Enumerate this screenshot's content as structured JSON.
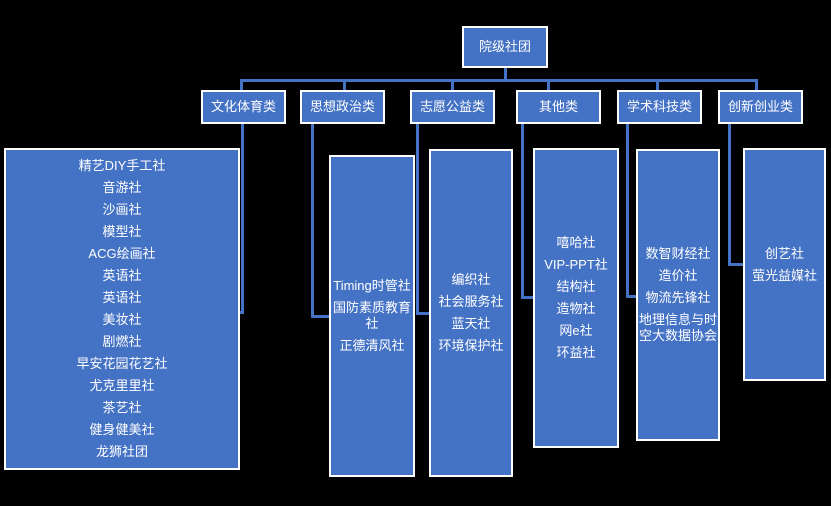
{
  "root": {
    "label": "院级社团"
  },
  "categories": [
    {
      "label": "文化体育类",
      "clubs": [
        "精艺DIY手工社",
        "音游社",
        "沙画社",
        "模型社",
        "ACG绘画社",
        "英语社",
        "英语社",
        "美妆社",
        "剧燃社",
        "早安花园花艺社",
        "尤克里里社",
        "茶艺社",
        "健身健美社",
        "龙狮社团"
      ]
    },
    {
      "label": "思想政治类",
      "clubs": [
        "Timing时管社",
        "国防素质教育社",
        "正德清风社"
      ]
    },
    {
      "label": "志愿公益类",
      "clubs": [
        "编织社",
        "社会服务社",
        "蓝天社",
        "环境保护社"
      ]
    },
    {
      "label": "其他类",
      "clubs": [
        "嘻哈社",
        "VIP-PPT社",
        "结构社",
        "造物社",
        "网e社",
        "环益社"
      ]
    },
    {
      "label": "学术科技类",
      "clubs": [
        "数智财经社",
        "造价社",
        "物流先锋社",
        "地理信息与时空大数据协会"
      ]
    },
    {
      "label": "创新创业类",
      "clubs": [
        "创艺社",
        "萤光益媒社"
      ]
    }
  ],
  "colors": {
    "background": "#000000",
    "box_fill": "#4472C4",
    "box_border": "#FFFFFF",
    "connector": "#4472C4",
    "text": "#FFFFFF"
  }
}
